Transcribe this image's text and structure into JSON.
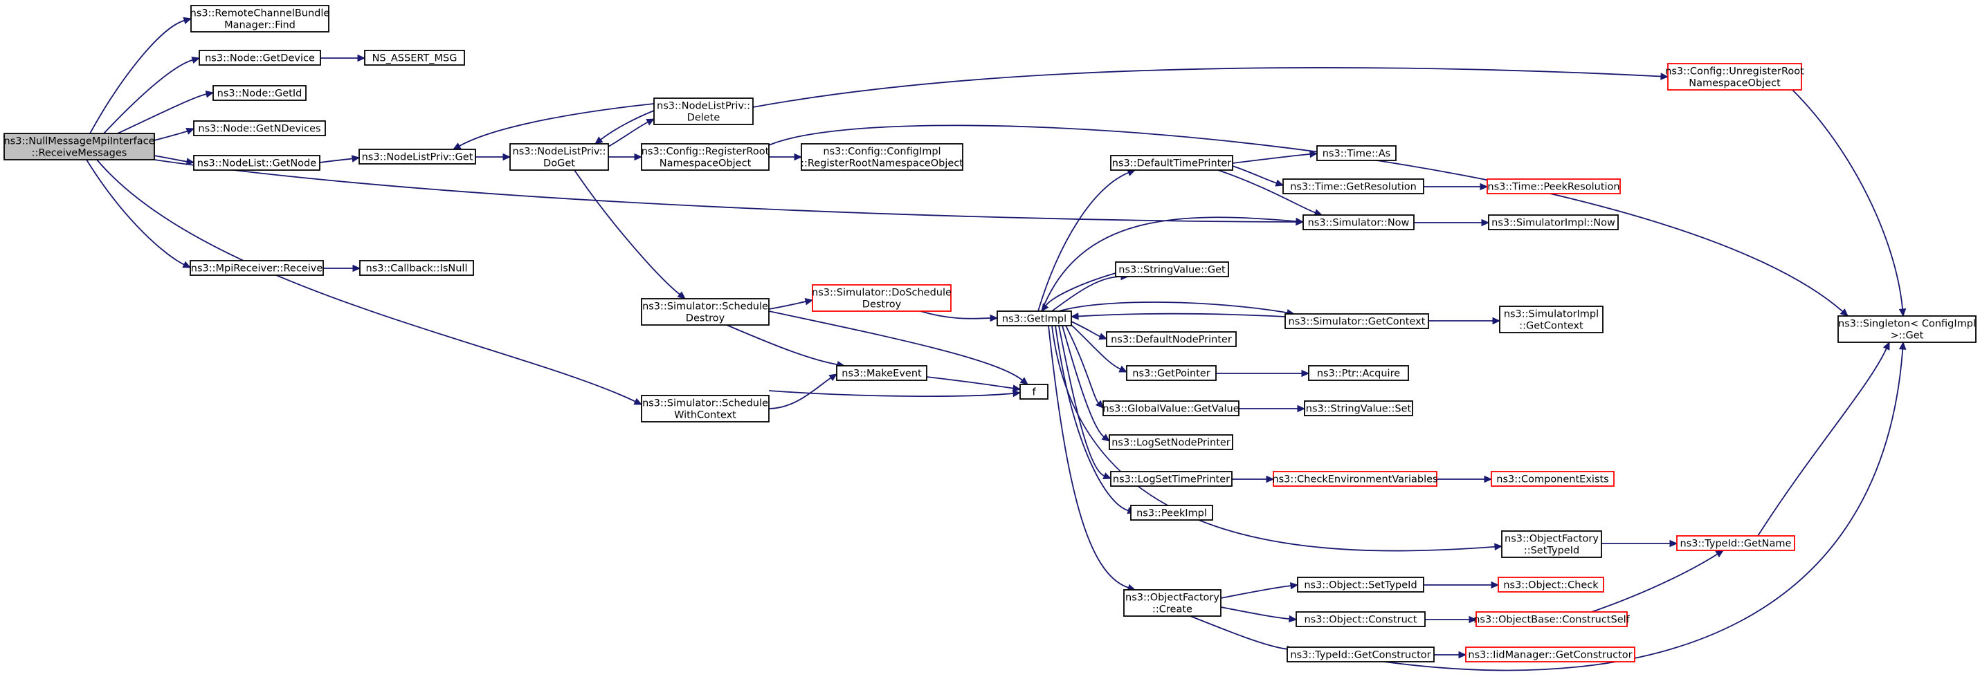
{
  "diagram": {
    "colors": {
      "edge": "#191970",
      "root_fill": "#bfbfbf",
      "truncated_border": "#ff0000",
      "node_border": "#000000"
    },
    "nodes": [
      {
        "id": "root",
        "lines": [
          "ns3::NullMessageMpiInterface",
          "::ReceiveMessages"
        ],
        "root": true
      },
      {
        "id": "rcbm_find",
        "lines": [
          "ns3::RemoteChannelBundle",
          "Manager::Find"
        ]
      },
      {
        "id": "node_getdevice",
        "lines": [
          "ns3::Node::GetDevice"
        ]
      },
      {
        "id": "ns_assert",
        "lines": [
          "NS_ASSERT_MSG"
        ]
      },
      {
        "id": "node_getid",
        "lines": [
          "ns3::Node::GetId"
        ]
      },
      {
        "id": "node_getndevices",
        "lines": [
          "ns3::Node::GetNDevices"
        ]
      },
      {
        "id": "nodelist_getnode",
        "lines": [
          "ns3::NodeList::GetNode"
        ]
      },
      {
        "id": "nlp_get",
        "lines": [
          "ns3::NodeListPriv::Get"
        ]
      },
      {
        "id": "nlp_doget",
        "lines": [
          "ns3::NodeListPriv::",
          "DoGet"
        ]
      },
      {
        "id": "nlp_delete",
        "lines": [
          "ns3::NodeListPriv::",
          "Delete"
        ]
      },
      {
        "id": "config_register",
        "lines": [
          "ns3::Config::RegisterRoot",
          "NamespaceObject"
        ]
      },
      {
        "id": "configimpl_register",
        "lines": [
          "ns3::Config::ConfigImpl",
          "::RegisterRootNamespaceObject"
        ]
      },
      {
        "id": "config_unregister",
        "lines": [
          "ns3::Config::UnregisterRoot",
          "NamespaceObject"
        ],
        "truncated": true
      },
      {
        "id": "singleton_get",
        "lines": [
          "ns3::Singleton< ConfigImpl",
          " >::Get"
        ]
      },
      {
        "id": "mpireceiver_receive",
        "lines": [
          "ns3::MpiReceiver::Receive"
        ]
      },
      {
        "id": "callback_isnull",
        "lines": [
          "ns3::Callback::IsNull"
        ]
      },
      {
        "id": "sim_scheduledestroy",
        "lines": [
          "ns3::Simulator::Schedule",
          "Destroy"
        ]
      },
      {
        "id": "sim_doscheduledestroy",
        "lines": [
          "ns3::Simulator::DoSchedule",
          "Destroy"
        ],
        "truncated": true
      },
      {
        "id": "sim_schedulewithcontext",
        "lines": [
          "ns3::Simulator::Schedule",
          "WithContext"
        ]
      },
      {
        "id": "makeevent",
        "lines": [
          "ns3::MakeEvent"
        ]
      },
      {
        "id": "f",
        "lines": [
          "f"
        ]
      },
      {
        "id": "getimpl",
        "lines": [
          "ns3::GetImpl"
        ]
      },
      {
        "id": "defaulttimeprinter",
        "lines": [
          "ns3::DefaultTimePrinter"
        ]
      },
      {
        "id": "time_as",
        "lines": [
          "ns3::Time::As"
        ]
      },
      {
        "id": "time_getresolution",
        "lines": [
          "ns3::Time::GetResolution"
        ]
      },
      {
        "id": "time_peekresolution",
        "lines": [
          "ns3::Time::PeekResolution"
        ],
        "truncated": true
      },
      {
        "id": "sim_now",
        "lines": [
          "ns3::Simulator::Now"
        ]
      },
      {
        "id": "simimpl_now",
        "lines": [
          "ns3::SimulatorImpl::Now"
        ]
      },
      {
        "id": "stringvalue_get",
        "lines": [
          "ns3::StringValue::Get"
        ]
      },
      {
        "id": "defaultnodeprinter",
        "lines": [
          "ns3::DefaultNodePrinter"
        ]
      },
      {
        "id": "sim_getcontext",
        "lines": [
          "ns3::Simulator::GetContext"
        ]
      },
      {
        "id": "simimpl_getcontext",
        "lines": [
          "ns3::SimulatorImpl",
          "::GetContext"
        ]
      },
      {
        "id": "getpointer",
        "lines": [
          "ns3::GetPointer"
        ]
      },
      {
        "id": "ptr_acquire",
        "lines": [
          "ns3::Ptr::Acquire"
        ]
      },
      {
        "id": "globalvalue_getvalue",
        "lines": [
          "ns3::GlobalValue::GetValue"
        ]
      },
      {
        "id": "stringvalue_set",
        "lines": [
          "ns3::StringValue::Set"
        ]
      },
      {
        "id": "logsetnodeprinter",
        "lines": [
          "ns3::LogSetNodePrinter"
        ]
      },
      {
        "id": "logsettimeprinter",
        "lines": [
          "ns3::LogSetTimePrinter"
        ]
      },
      {
        "id": "checkenv",
        "lines": [
          "ns3::CheckEnvironmentVariables"
        ],
        "truncated": true
      },
      {
        "id": "componentexists",
        "lines": [
          "ns3::ComponentExists"
        ],
        "truncated": true
      },
      {
        "id": "peekimpl",
        "lines": [
          "ns3::PeekImpl"
        ]
      },
      {
        "id": "objfactory_settypeid",
        "lines": [
          "ns3::ObjectFactory",
          "::SetTypeId"
        ]
      },
      {
        "id": "typeid_getname",
        "lines": [
          "ns3::TypeId::GetName"
        ],
        "truncated": true
      },
      {
        "id": "objfactory_create",
        "lines": [
          "ns3::ObjectFactory",
          "::Create"
        ]
      },
      {
        "id": "object_settypeid",
        "lines": [
          "ns3::Object::SetTypeId"
        ]
      },
      {
        "id": "object_check",
        "lines": [
          "ns3::Object::Check"
        ],
        "truncated": true
      },
      {
        "id": "object_construct",
        "lines": [
          "ns3::Object::Construct"
        ]
      },
      {
        "id": "objectbase_constructself",
        "lines": [
          "ns3::ObjectBase::ConstructSelf"
        ],
        "truncated": true
      },
      {
        "id": "typeid_getconstructor",
        "lines": [
          "ns3::TypeId::GetConstructor"
        ]
      },
      {
        "id": "iidmanager_getconstructor",
        "lines": [
          "ns3::IidManager::GetConstructor"
        ],
        "truncated": true
      }
    ],
    "edges": [
      [
        "root",
        "rcbm_find"
      ],
      [
        "root",
        "node_getdevice"
      ],
      [
        "root",
        "node_getid"
      ],
      [
        "root",
        "node_getndevices"
      ],
      [
        "root",
        "nodelist_getnode"
      ],
      [
        "root",
        "sim_now"
      ],
      [
        "root",
        "mpireceiver_receive"
      ],
      [
        "root",
        "sim_schedulewithcontext"
      ],
      [
        "node_getdevice",
        "ns_assert"
      ],
      [
        "nodelist_getnode",
        "nlp_get"
      ],
      [
        "nlp_get",
        "nlp_doget"
      ],
      [
        "nlp_doget",
        "nlp_delete"
      ],
      [
        "nlp_doget",
        "config_register"
      ],
      [
        "nlp_doget",
        "sim_scheduledestroy"
      ],
      [
        "nlp_delete",
        "nlp_get"
      ],
      [
        "nlp_delete",
        "nlp_doget"
      ],
      [
        "nlp_delete",
        "config_unregister"
      ],
      [
        "config_register",
        "configimpl_register"
      ],
      [
        "config_register",
        "singleton_get"
      ],
      [
        "config_unregister",
        "singleton_get"
      ],
      [
        "mpireceiver_receive",
        "callback_isnull"
      ],
      [
        "sim_scheduledestroy",
        "sim_doscheduledestroy"
      ],
      [
        "sim_scheduledestroy",
        "makeevent"
      ],
      [
        "sim_scheduledestroy",
        "f"
      ],
      [
        "sim_doscheduledestroy",
        "getimpl"
      ],
      [
        "sim_schedulewithcontext",
        "makeevent"
      ],
      [
        "sim_schedulewithcontext",
        "f"
      ],
      [
        "makeevent",
        "f"
      ],
      [
        "getimpl",
        "defaulttimeprinter"
      ],
      [
        "getimpl",
        "sim_now"
      ],
      [
        "getimpl",
        "stringvalue_get"
      ],
      [
        "getimpl",
        "defaultnodeprinter"
      ],
      [
        "getimpl",
        "sim_getcontext"
      ],
      [
        "getimpl",
        "getpointer"
      ],
      [
        "getimpl",
        "globalvalue_getvalue"
      ],
      [
        "getimpl",
        "logsetnodeprinter"
      ],
      [
        "getimpl",
        "logsettimeprinter"
      ],
      [
        "getimpl",
        "peekimpl"
      ],
      [
        "getimpl",
        "objfactory_settypeid"
      ],
      [
        "getimpl",
        "objfactory_create"
      ],
      [
        "stringvalue_get",
        "getimpl"
      ],
      [
        "sim_getcontext",
        "getimpl"
      ],
      [
        "defaulttimeprinter",
        "time_as"
      ],
      [
        "defaulttimeprinter",
        "time_getresolution"
      ],
      [
        "defaulttimeprinter",
        "sim_now"
      ],
      [
        "time_getresolution",
        "time_peekresolution"
      ],
      [
        "sim_now",
        "simimpl_now"
      ],
      [
        "sim_getcontext",
        "simimpl_getcontext"
      ],
      [
        "getpointer",
        "ptr_acquire"
      ],
      [
        "globalvalue_getvalue",
        "stringvalue_set"
      ],
      [
        "logsettimeprinter",
        "checkenv"
      ],
      [
        "checkenv",
        "componentexists"
      ],
      [
        "objfactory_settypeid",
        "typeid_getname"
      ],
      [
        "objfactory_create",
        "object_settypeid"
      ],
      [
        "objfactory_create",
        "object_construct"
      ],
      [
        "objfactory_create",
        "typeid_getconstructor"
      ],
      [
        "object_settypeid",
        "object_check"
      ],
      [
        "object_construct",
        "objectbase_constructself"
      ],
      [
        "objectbase_constructself",
        "typeid_getname"
      ],
      [
        "typeid_getname",
        "singleton_get"
      ],
      [
        "typeid_getconstructor",
        "iidmanager_getconstructor"
      ],
      [
        "typeid_getconstructor",
        "singleton_get"
      ]
    ]
  }
}
